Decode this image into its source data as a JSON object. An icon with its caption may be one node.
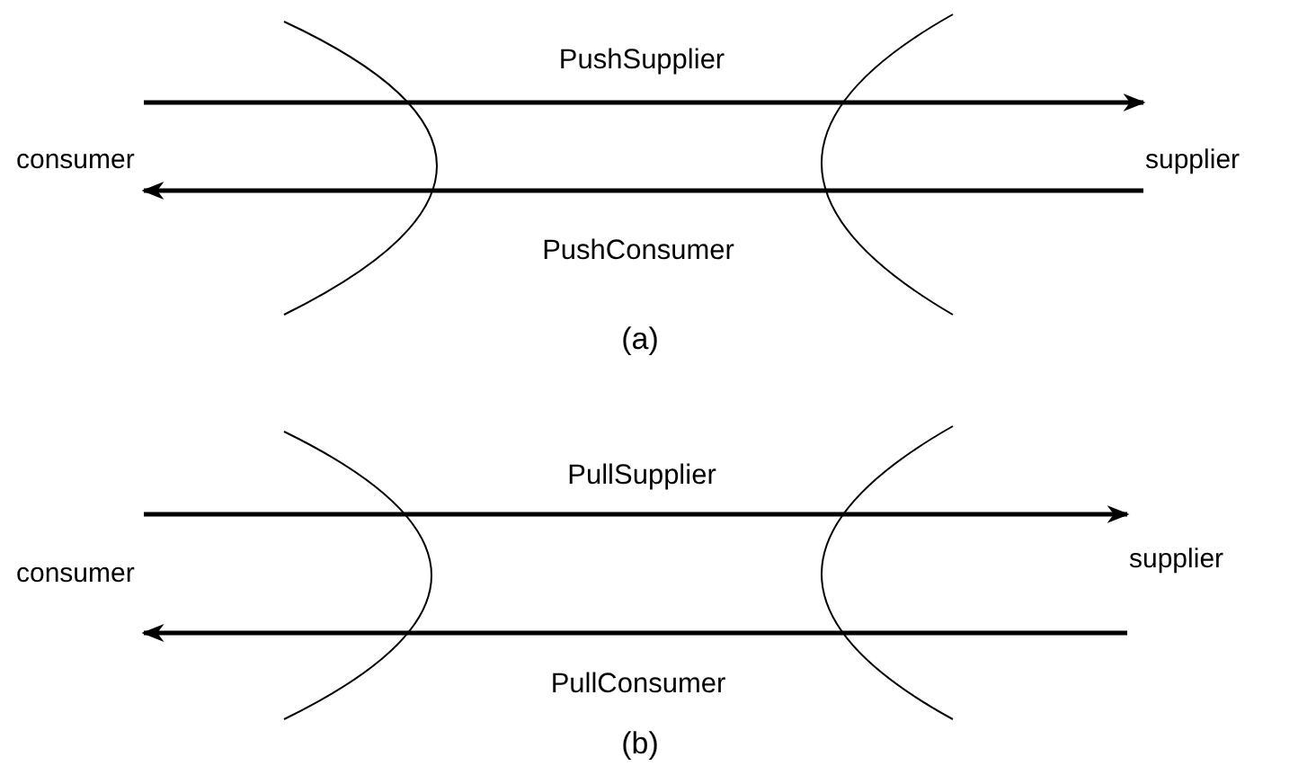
{
  "diagram": {
    "nodes": [
      {
        "text": [
          "consumer"
        ]
      },
      {
        "text": [
          "supplier"
        ]
      },
      {
        "text": [
          "consumer"
        ]
      },
      {
        "text": [
          "supplier"
        ]
      }
    ],
    "edges": [
      {
        "from": 0,
        "to": 1,
        "arrow": "to",
        "label": "PushSupplier"
      },
      {
        "from": 1,
        "to": 0,
        "arrow": "to",
        "label": "PushConsumer"
      },
      {
        "from": 2,
        "to": 3,
        "arrow": "to",
        "label": "PullSupplier"
      },
      {
        "from": 3,
        "to": 2,
        "arrow": "to",
        "label": "PullConsumer"
      }
    ],
    "labels": [
      "(a)",
      "(b)"
    ]
  }
}
